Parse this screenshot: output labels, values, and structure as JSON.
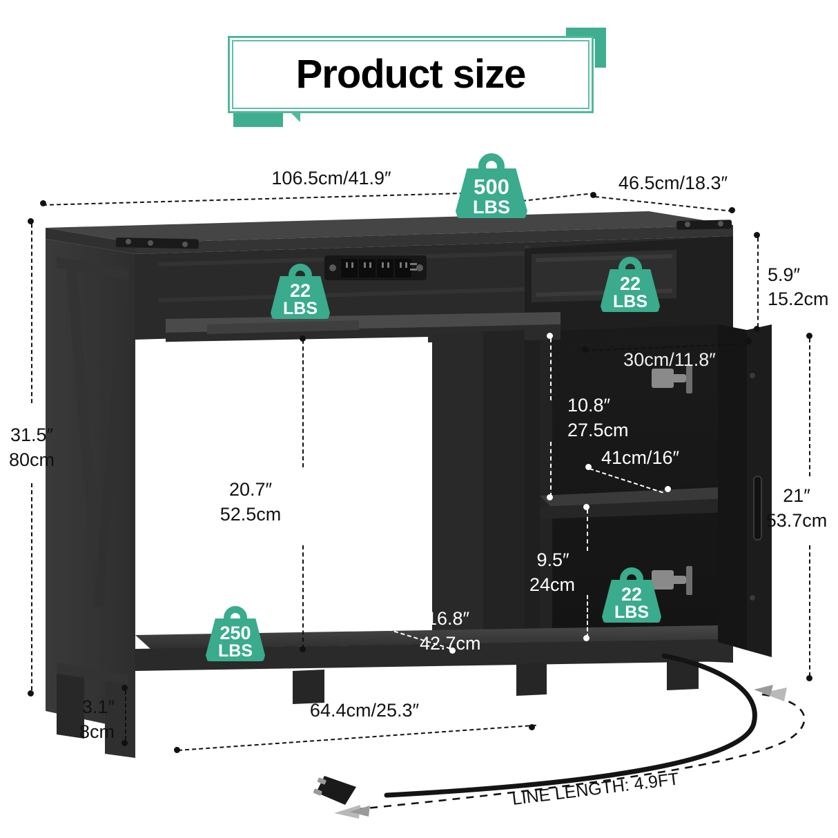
{
  "header": {
    "title": "Product size",
    "accent_color": "#3aab8d",
    "border_color": "#4fb99a"
  },
  "product": {
    "type": "bar-cabinet-console-table",
    "body_color": "#2a2a2a",
    "top_color": "#3a3a3a"
  },
  "dimensions": {
    "overall_width": "106.5cm/41.9″",
    "overall_depth": "46.5cm/18.3″",
    "overall_height_in": "31.5″",
    "overall_height_cm": "80cm",
    "drawer_height_in": "5.9″",
    "drawer_height_cm": "15.2cm",
    "door_height_in": "21″",
    "door_height_cm": "53.7cm",
    "open_shelf_height_in": "20.7″",
    "open_shelf_height_cm": "52.5cm",
    "cabinet_upper_height_in": "10.8″",
    "cabinet_upper_height_cm": "27.5cm",
    "cabinet_lower_height_in": "9.5″",
    "cabinet_lower_height_cm": "24cm",
    "cabinet_inner_depth": "30cm/11.8″",
    "cabinet_inner_width": "41cm/16″",
    "shelf_depth_in": "16.8″",
    "shelf_depth_cm": "42.7cm",
    "leg_height_in": "3.1″",
    "leg_height_cm": "8cm",
    "bottom_shelf_width": "64.4cm/25.3″",
    "cord_length": "LINE LENGTH: 4.9FT"
  },
  "capacities": {
    "tabletop": {
      "value": "500",
      "unit": "LBS"
    },
    "bottom_shelf": {
      "value": "250",
      "unit": "LBS"
    },
    "open_shelf": {
      "value": "22",
      "unit": "LBS"
    },
    "drawer": {
      "value": "22",
      "unit": "LBS"
    },
    "cabinet_shelf": {
      "value": "22",
      "unit": "LBS"
    }
  },
  "features": {
    "power_strip": "power-outlet-strip",
    "outlet_count": 4,
    "usb_count": 2,
    "door_handle": "door-handle",
    "hinges": 2,
    "plug": "power-plug"
  }
}
